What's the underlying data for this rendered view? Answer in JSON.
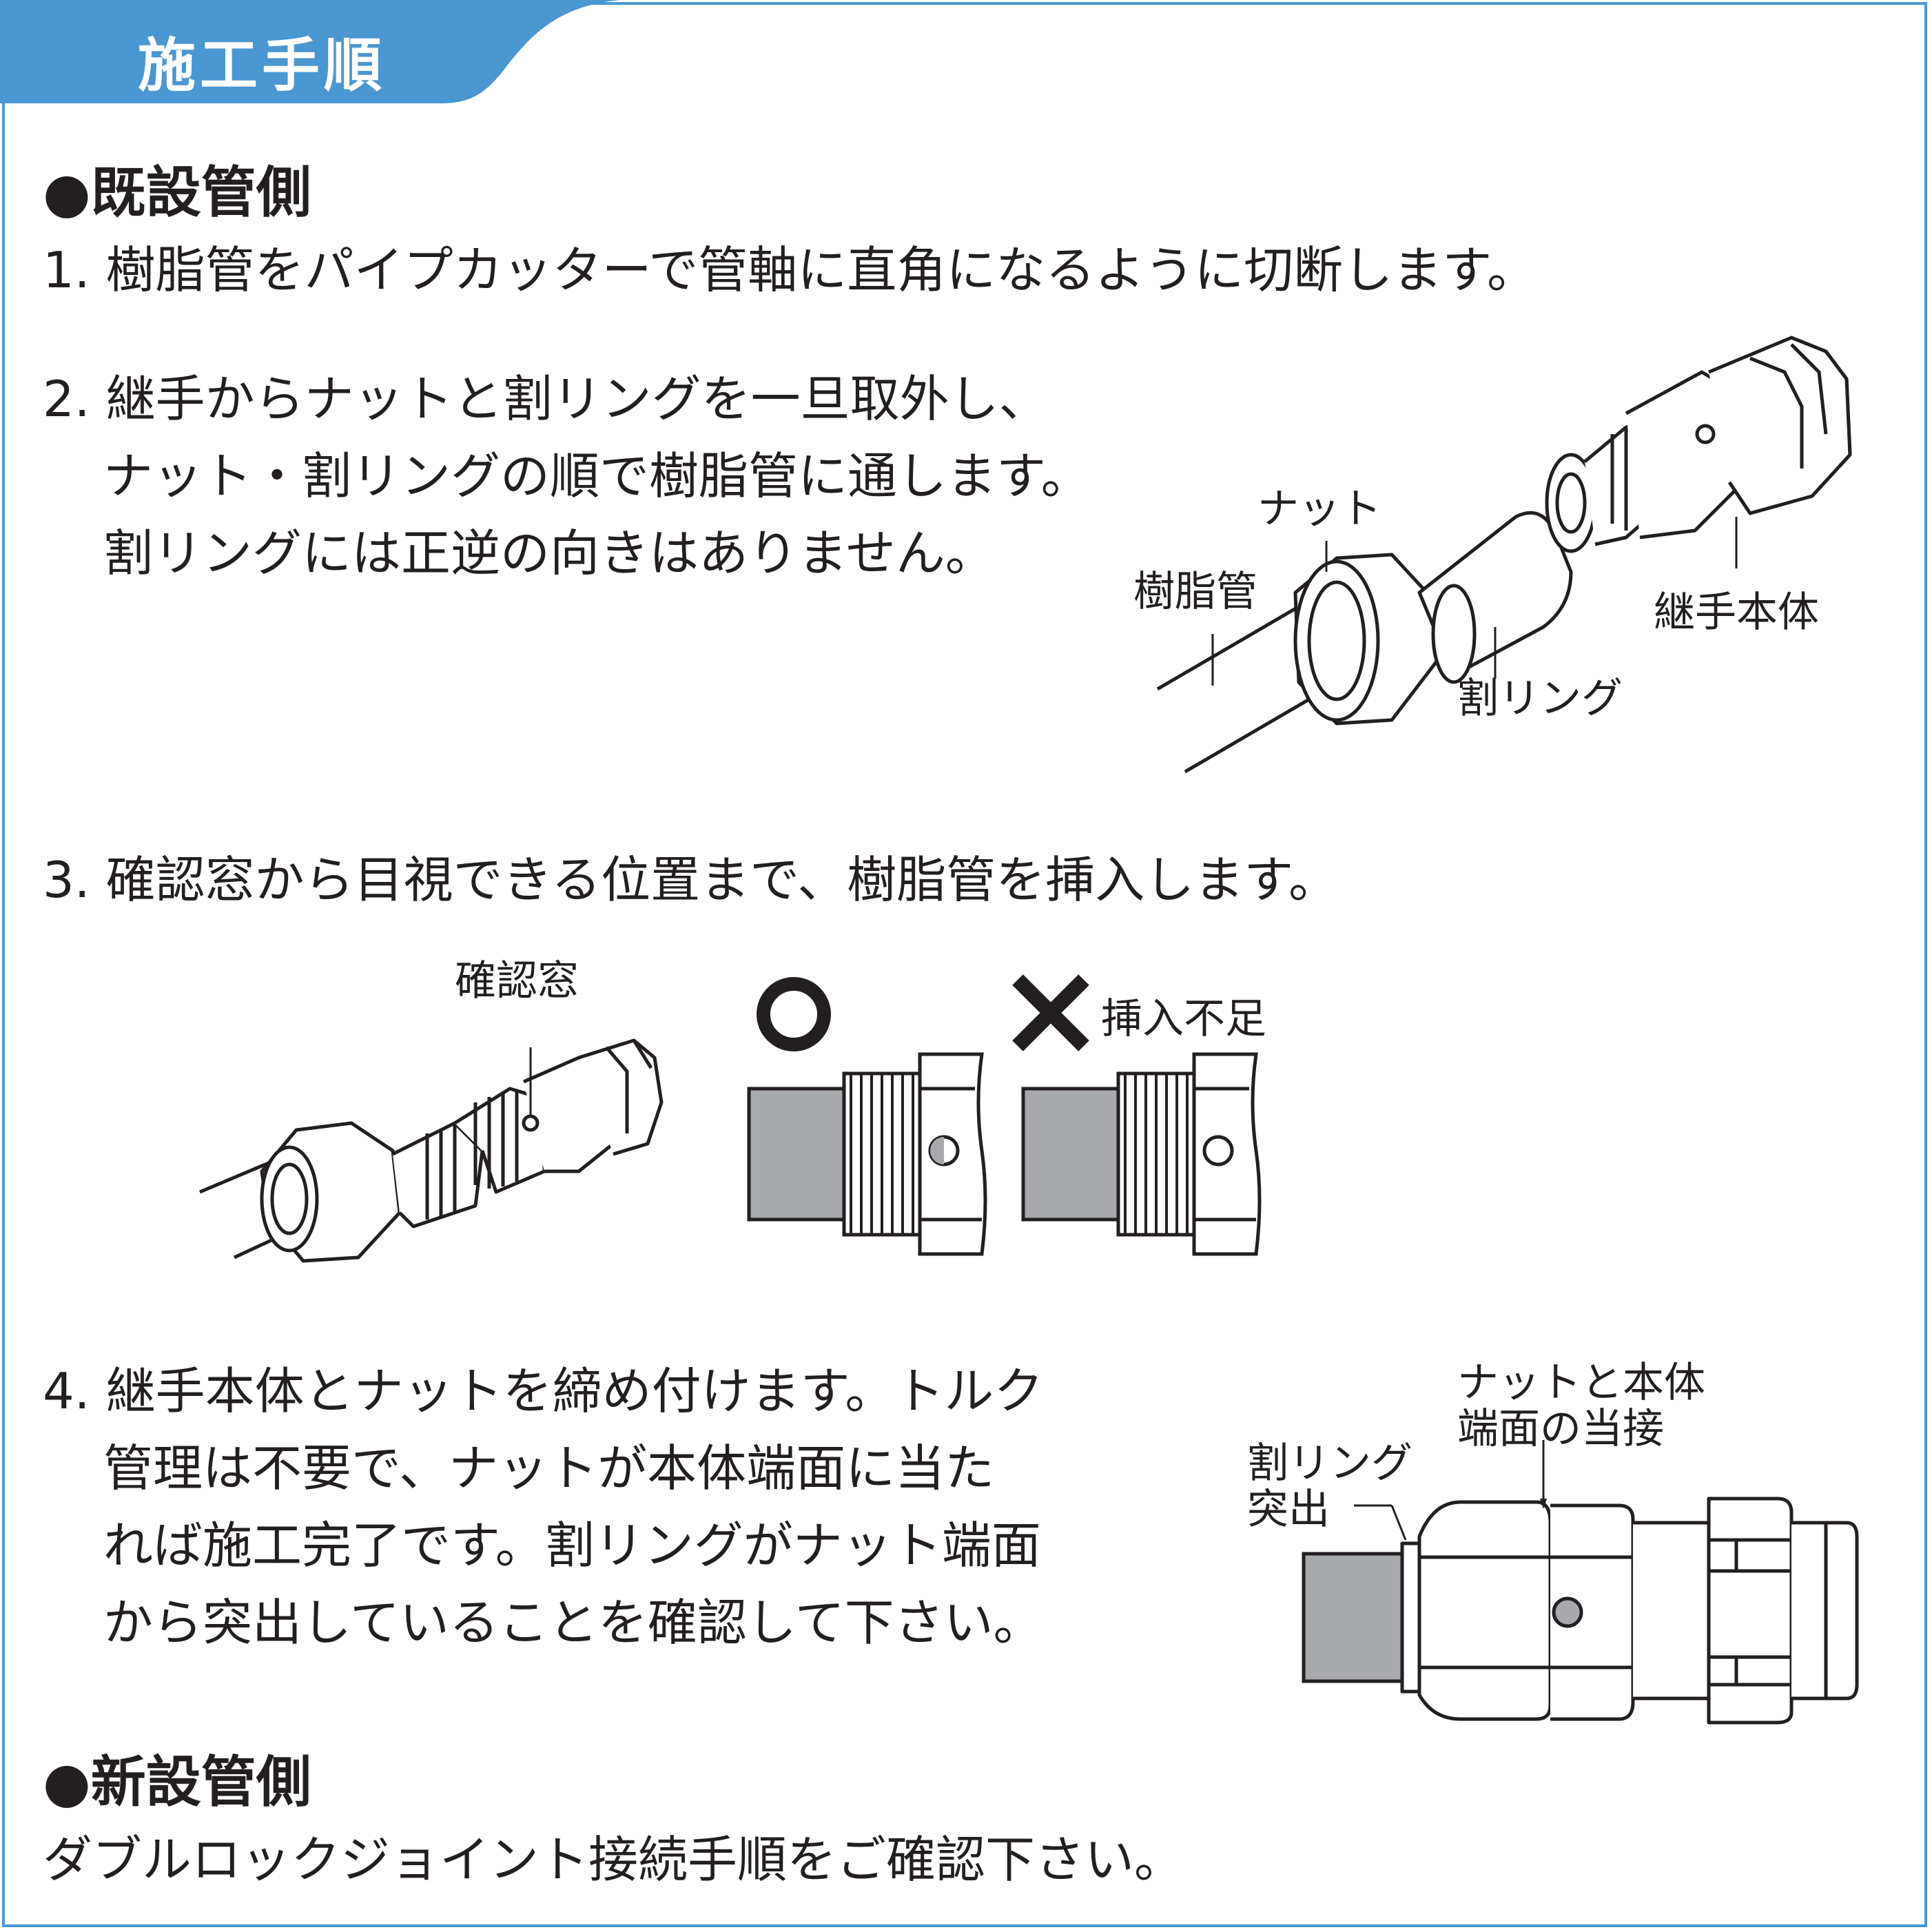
{
  "title": "施工手順",
  "section_existing": {
    "heading": "●既設管側",
    "step1": "1. 樹脂管をパイプカッターで管軸に直角になるように切断します。",
    "step2": [
      "2. 継手からナットと割リングを一旦取外し、",
      "ナット・割リングの順で樹脂管に通します。",
      "割リングには正逆の向きはありません。"
    ],
    "step2_labels": {
      "nut": "ナット",
      "pipe": "樹脂管",
      "body": "継手本体",
      "ring": "割リング"
    },
    "step3": "3. 確認窓から目視できる位置まで、樹脂管を挿入します。",
    "step3_labels": {
      "window": "確認窓",
      "ok_mark": "○",
      "ng_mark": "✕",
      "ng_text": "挿入不足"
    },
    "step4": [
      "4. 継手本体とナットを締め付けます。トルク",
      "管理は不要で、ナットが本体端面に当た",
      "れば施工完了です。割リングがナット端面",
      "から突出していることを確認して下さい。"
    ],
    "step4_labels": {
      "contact_line1": "ナットと本体",
      "contact_line2": "端面の当接",
      "ring_line1": "割リング",
      "ring_line2": "突出"
    }
  },
  "section_new": {
    "heading": "●新設管側",
    "text": "ダブルロックジョイント接続手順をご確認下さい。"
  },
  "colors": {
    "accent": "#4a97d2",
    "pipe_gray": "#a7a9ac",
    "ink": "#231f20"
  }
}
